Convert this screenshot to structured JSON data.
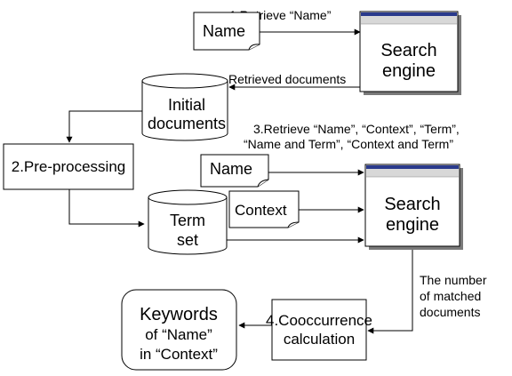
{
  "labels": {
    "step1": "1.Retrieve “Name”",
    "name_doc_1": "Name",
    "search_engine_1_line1": "Search",
    "search_engine_1_line2": "engine",
    "retrieved_documents": "Retrieved documents",
    "initial_docs_line1": "Initial",
    "initial_docs_line2": "documents",
    "step3_line1": "3.Retrieve “Name”, “Context”, “Term”,",
    "step3_line2": "“Name and Term”, “Context and Term”",
    "preprocessing": "2.Pre-processing",
    "name_doc_2": "Name",
    "term_set_line1": "Term",
    "term_set_line2": "set",
    "context_doc": "Context",
    "search_engine_2_line1": "Search",
    "search_engine_2_line2": "engine",
    "matched_line1": "The number",
    "matched_line2": "of matched",
    "matched_line3": "documents",
    "cooccurrence_line1": "4.Cooccurrence",
    "cooccurrence_line2": "calculation",
    "keywords_line1": "Keywords",
    "keywords_line2": "of “Name”",
    "keywords_line3": "in “Context”"
  },
  "colors": {
    "browser_titlebar": "#2a3a8c",
    "browser_toolbar": "#d8d8d8",
    "shadow": "#7a7a7a"
  }
}
